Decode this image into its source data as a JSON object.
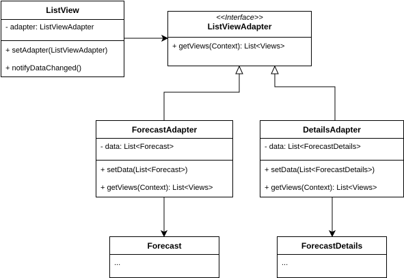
{
  "listview": {
    "name": "ListView",
    "attributes": [
      "- adapter: ListViewAdapter"
    ],
    "methods": [
      "+ setAdapter(ListViewAdapter)",
      "+ notifyDataChanged()"
    ]
  },
  "listviewadapter": {
    "stereotype": "<<Interface>>",
    "name": "ListViewAdapter",
    "methods": [
      "+ getViews(Context): List<Views>"
    ]
  },
  "forecastadapter": {
    "name": "ForecastAdapter",
    "attributes": [
      "- data: List<Forecast>"
    ],
    "methods": [
      "+ setData(List<Forecast>)",
      "+ getViews(Context): List<Views>"
    ]
  },
  "detailsadapter": {
    "name": "DetailsAdapter",
    "attributes": [
      "- data: List<ForecastDetails>"
    ],
    "methods": [
      "+ setData(List<ForecastDetails>)",
      "+ getViews(Context): List<Views>"
    ]
  },
  "forecast": {
    "name": "Forecast",
    "attributes": [
      "..."
    ]
  },
  "forecastdetails": {
    "name": "ForecastDetails",
    "attributes": [
      "..."
    ]
  }
}
